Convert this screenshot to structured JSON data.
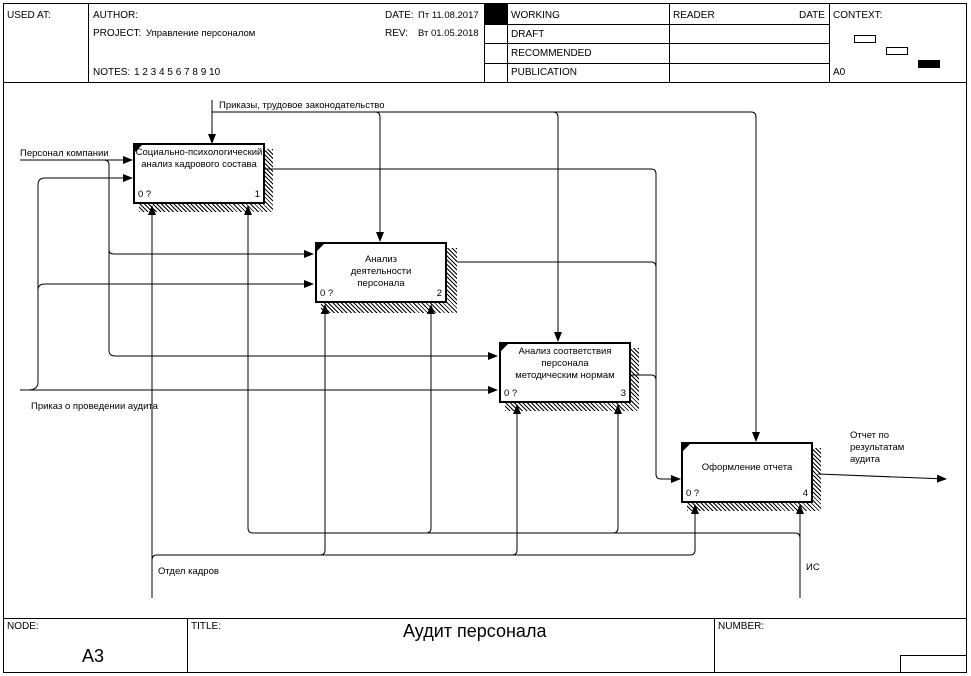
{
  "header": {
    "used_at_label": "USED AT:",
    "author_label": "AUTHOR:",
    "project_label": "PROJECT:",
    "project_value": "Управление персоналом",
    "notes_label": "NOTES:",
    "notes_value": "1  2  3  4  5  6  7  8  9  10",
    "date_label": "DATE:",
    "date_value": "Пт 11.08.2017",
    "rev_label": "REV:",
    "rev_value": "Вт 01.05.2018",
    "status": [
      "WORKING",
      "DRAFT",
      "RECOMMENDED",
      "PUBLICATION"
    ],
    "reader_label": "READER",
    "reader_date_label": "DATE",
    "context_label": "CONTEXT:",
    "context_node": "A0"
  },
  "diagram": {
    "boxes": [
      {
        "text": "Социально-психологический анализ кадрового состава",
        "cost": "0 ?",
        "number": "1"
      },
      {
        "text": "Анализ деятельности персонала",
        "cost": "0 ?",
        "number": "2"
      },
      {
        "text": "Анализ соответствия персонала методическим нормам",
        "cost": "0 ?",
        "number": "3"
      },
      {
        "text": "Оформление отчета",
        "cost": "0 ?",
        "number": "4"
      }
    ],
    "arrows": {
      "control": "Приказы, трудовое законодательство",
      "input1": "Персонал компании",
      "input2": "Приказ о проведении аудита",
      "mechanism1": "Отдел кадров",
      "mechanism2": "ИС",
      "output": "Отчет по результатам аудита"
    }
  },
  "footer": {
    "node_label": "NODE:",
    "node_value": "A3",
    "title_label": "TITLE:",
    "title_value": "Аудит персонала",
    "number_label": "NUMBER:"
  }
}
